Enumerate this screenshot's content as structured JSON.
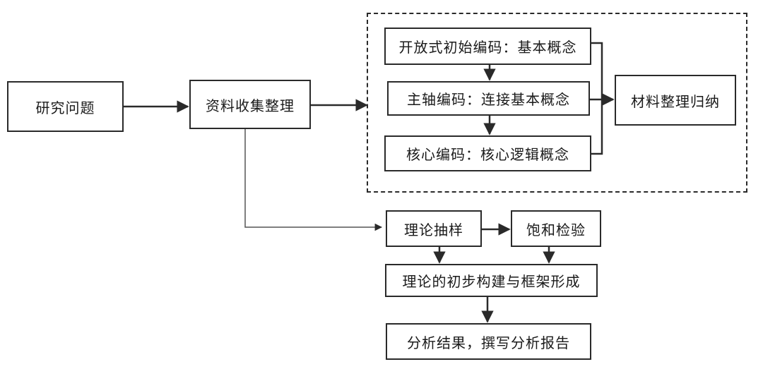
{
  "diagram": {
    "nodes": {
      "research_question": "研究问题",
      "data_collection": "资料收集整理",
      "open_coding": "开放式初始编码：基本概念",
      "axial_coding": "主轴编码：连接基本概念",
      "core_coding": "核心编码：核心逻辑概念",
      "material_summary": "材料整理归纳",
      "theoretical_sampling": "理论抽样",
      "saturation_test": "饱和检验",
      "theory_building": "理论的初步构建与框架形成",
      "results_report": "分析结果，撰写分析报告"
    },
    "colors": {
      "line": "#2a2a2a",
      "thin_line": "#555555",
      "background": "#ffffff"
    }
  }
}
